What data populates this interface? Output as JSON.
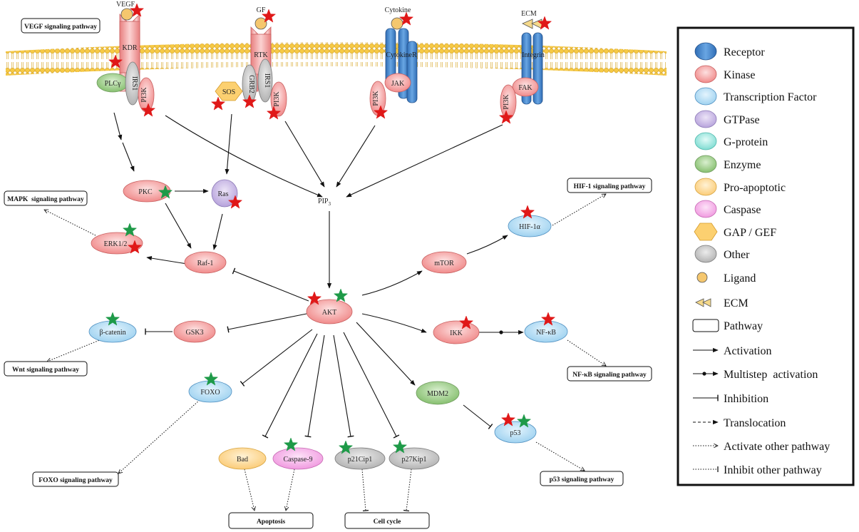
{
  "ligands": {
    "vegf": "VEGF",
    "gf": "GF",
    "cytokine": "Cytokine",
    "ecm": "ECM"
  },
  "receptors": {
    "kdr": "KDR",
    "rtk": "RTK",
    "cytokine_r": "CytokineR",
    "integrin": "Integrin"
  },
  "membrane_nodes": {
    "plcg": "PLCγ",
    "irs1_a": "IRS1",
    "pi3k_a": "PI3K",
    "sos": "SOS",
    "grb2": "GRB2",
    "irs1_b": "IRS1",
    "pi3k_b": "PI3K",
    "jak": "JAK",
    "pi3k_c": "PI3K",
    "fak": "FAK",
    "pi3k_d": "PI3K"
  },
  "nodes": {
    "pkc": "PKC",
    "ras": "Ras",
    "pip3_main": "PIP",
    "pip3_sub": "3",
    "erk": "ERK1/2",
    "raf1": "Raf-1",
    "akt": "AKT",
    "mtor": "mTOR",
    "hif1a": "HIF-1α",
    "gsk3": "GSK3",
    "bcatenin": "β-catenin",
    "ikk": "IKK",
    "nfkb": "NF-κB",
    "foxo": "FOXO",
    "mdm2": "MDM2",
    "p53": "p53",
    "bad": "Bad",
    "casp9": "Caspase-9",
    "p21": "p21Cip1",
    "p27": "p27Kip1"
  },
  "pathway_boxes": {
    "vegf": "VEGF signaling pathway",
    "mapk": "MAPK  signaling pathway",
    "hif1": "HIF-1 signaling pathway",
    "wnt": "Wnt signaling pathway",
    "nfkb": "NF-κB signaling pathway",
    "foxo": "FOXO signaling pathway",
    "p53": "p53 signaling pathway",
    "apoptosis": "Apoptosis",
    "cellcycle": "Cell cycle"
  },
  "legend": {
    "items": [
      {
        "label": "Receptor",
        "color": "#3f7fc9",
        "icon": "receptor-ellipse"
      },
      {
        "label": "Kinase",
        "color": "#f08080",
        "icon": "kinase-ellipse"
      },
      {
        "label": "Transcription Factor",
        "color": "#a8d8f0",
        "icon": "tf-ellipse"
      },
      {
        "label": "GTPase",
        "color": "#b8a6dc",
        "icon": "gtpase-ellipse"
      },
      {
        "label": "G-protein",
        "color": "#8ee0d8",
        "icon": "gprotein-ellipse"
      },
      {
        "label": "Enzyme",
        "color": "#8fc47a",
        "icon": "enzyme-ellipse"
      },
      {
        "label": "Pro-apoptotic",
        "color": "#fcd48a",
        "icon": "proapoptotic-ellipse"
      },
      {
        "label": "Caspase",
        "color": "#f6a8e6",
        "icon": "caspase-ellipse"
      },
      {
        "label": "GAP / GEF",
        "color": "#fcd070",
        "icon": "hexagon"
      },
      {
        "label": "Other",
        "color": "#bdbdbd",
        "icon": "other-ellipse"
      },
      {
        "label": "Ligand",
        "color": "#f5c76e",
        "icon": "ligand-circle"
      },
      {
        "label": "ECM",
        "color": "#f5d98a",
        "icon": "ecm-triangles"
      },
      {
        "label": "Pathway",
        "icon": "pathway-box"
      },
      {
        "label": "Activation",
        "icon": "activation-arrow"
      },
      {
        "label": "Multistep  activation",
        "icon": "multistep-arrow"
      },
      {
        "label": "Inhibition",
        "icon": "inhibition-line"
      },
      {
        "label": "Translocation",
        "icon": "translocation-dashed-arrow"
      },
      {
        "label": "Activate other pathway",
        "icon": "dotted-arrow"
      },
      {
        "label": "Inhibit other pathway",
        "icon": "dotted-inhibition"
      }
    ]
  },
  "colors": {
    "kinase": "#f49a9a",
    "receptor": "#3f7fc9",
    "tf": "#a8d8f0",
    "gtpase": "#c8b8e4",
    "enzyme": "#8fc47a",
    "proapoptotic": "#fcd48a",
    "caspase": "#f6a8e6",
    "other": "#bdbdbd",
    "membrane": "#f6c944",
    "star_red": "#e01818",
    "star_green": "#1e9a48"
  }
}
